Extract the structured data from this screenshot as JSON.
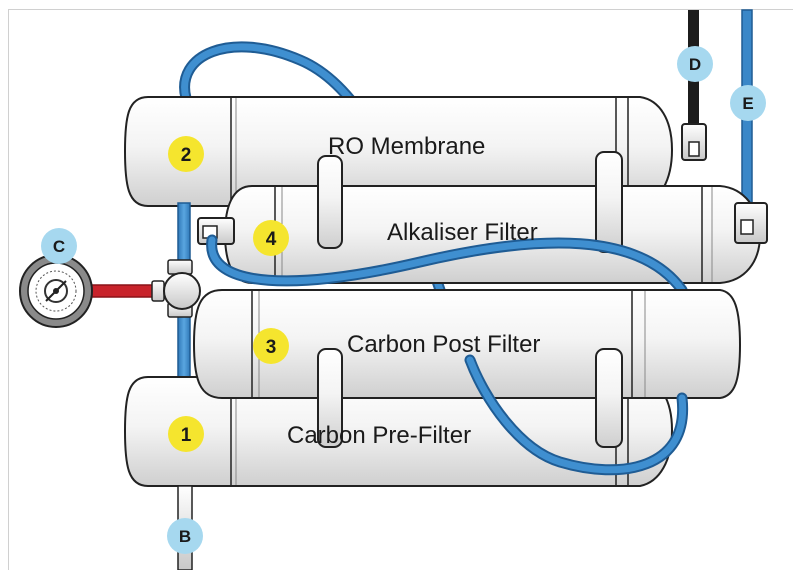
{
  "colors": {
    "water_tube": "#3a87c8",
    "tube_outline": "#1f5c94",
    "feed_line": "#1c1c1c",
    "gauge_line": "#c8232b",
    "number_badge": "#f5e52e",
    "letter_badge": "#a6d8ef",
    "housing_stroke": "#222222"
  },
  "filters": {
    "ro_membrane": "RO Membrane",
    "alkaliser": "Alkaliser Filter",
    "carbon_post": "Carbon Post Filter",
    "carbon_pre": "Carbon Pre-Filter"
  },
  "numbers": {
    "n1": "1",
    "n2": "2",
    "n3": "3",
    "n4": "4"
  },
  "letters": {
    "b": "B",
    "c": "C",
    "d": "D",
    "e": "E"
  },
  "icons": {
    "gauge": "pressure-gauge-icon",
    "valve": "valve-icon"
  }
}
